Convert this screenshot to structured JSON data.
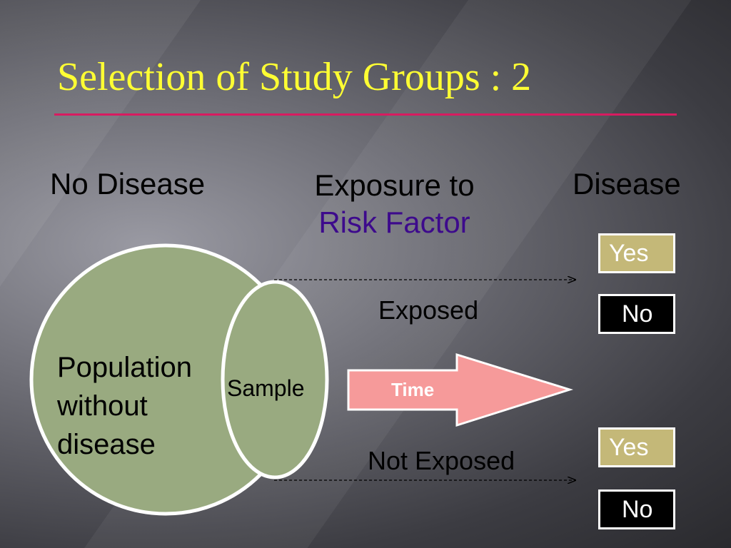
{
  "slide": {
    "title": "Selection of Study Groups : 2",
    "columns": {
      "no_disease": "No Disease",
      "exposure_line1": "Exposure to",
      "exposure_line2": "Risk Factor",
      "disease": "Disease"
    },
    "population": {
      "line1": "Population",
      "line2": "without",
      "line3": "disease"
    },
    "sample": "Sample",
    "time": "Time",
    "groups": {
      "exposed": "Exposed",
      "not_exposed": "Not Exposed"
    },
    "outcomes": {
      "exposed_yes": "Yes",
      "exposed_no": "No",
      "not_exposed_yes": "Yes",
      "not_exposed_no": "No"
    },
    "colors": {
      "title": "#ffff33",
      "title_rule": "#d81b60",
      "risk_factor_text": "#3d0a8c",
      "population_fill": "#99aa80",
      "time_arrow": "#f69a9a",
      "yes_box": "#c4b878",
      "no_box": "#000000"
    }
  }
}
